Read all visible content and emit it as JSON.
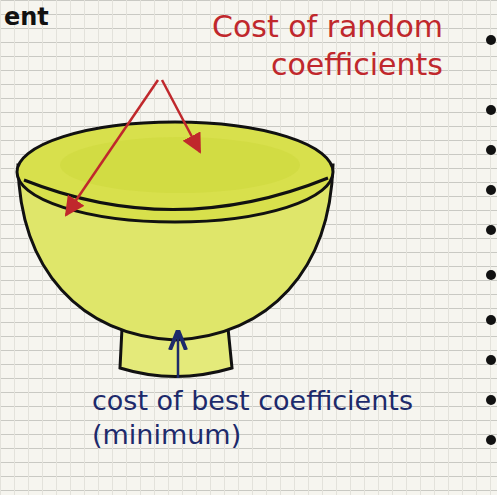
{
  "diagram": {
    "labels": [
      "ent",
      "Cost of random coefficients",
      "cost of best coefficients (minimum)"
    ]
  }
}
